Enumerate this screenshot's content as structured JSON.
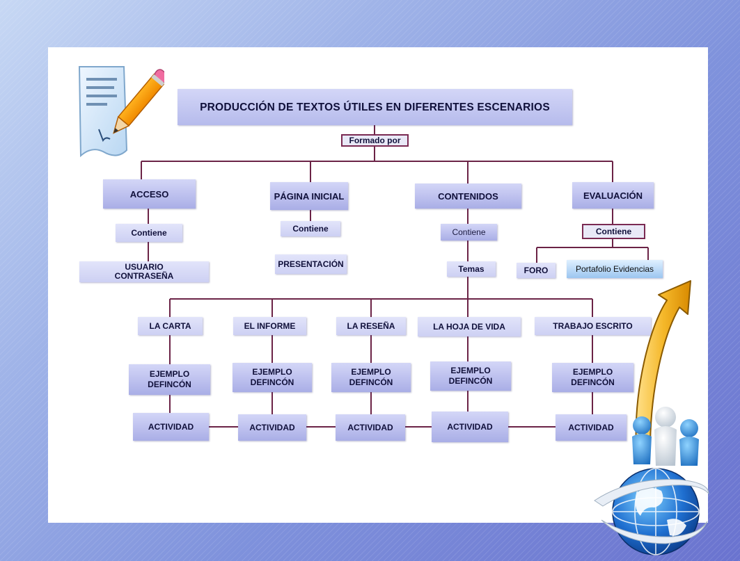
{
  "diagram": {
    "title": "PRODUCCIÓN DE  TEXTOS  ÚTILES  EN DIFERENTES  ESCENARIOS",
    "formado_por": "Formado  por",
    "branches": {
      "acceso": "ACCESO",
      "pagina_inicial": "PÁGINA INICIAL",
      "contenidos": "CONTENIDOS",
      "evaluacion": "EVALUACIÓN"
    },
    "contiene": {
      "acceso": "Contiene",
      "pagina_inicial": "Contiene",
      "contenidos": "Contiene",
      "evaluacion": "Contiene"
    },
    "usuario": "USUARIO",
    "contrasena": "CONTRASEÑA",
    "presentacion": "PRESENTACIÓN",
    "temas": "Temas",
    "foro": "FORO",
    "portafolio": "Portafolio  Evidencias",
    "topics": [
      {
        "label": "LA CARTA",
        "ejemplo": "EJEMPLO",
        "definicion": "DEFINCÓN",
        "actividad": "ACTIVIDAD"
      },
      {
        "label": "EL  INFORME",
        "ejemplo": "EJEMPLO",
        "definicion": "DEFINCÓN",
        "actividad": "ACTIVIDAD"
      },
      {
        "label": "LA  RESEÑA",
        "ejemplo": "EJEMPLO",
        "definicion": "DEFINCÓN",
        "actividad": "ACTIVIDAD"
      },
      {
        "label": "LA  HOJA  DE  VIDA",
        "ejemplo": "EJEMPLO",
        "definicion": "DEFINCÓN",
        "actividad": "ACTIVIDAD"
      },
      {
        "label": "TRABAJO  ESCRITO",
        "ejemplo": "EJEMPLO",
        "definicion": "DEFINCÓN",
        "actividad": "ACTIVIDAD"
      }
    ]
  },
  "colors": {
    "box_fill": "#c3c6f0",
    "connector": "#6b2346",
    "outline": "#7a2a52",
    "portfolio_fill": "#9cc6f0"
  },
  "icons": [
    "document-pencil-icon",
    "curved-arrow-icon",
    "people-on-globe-icon"
  ]
}
